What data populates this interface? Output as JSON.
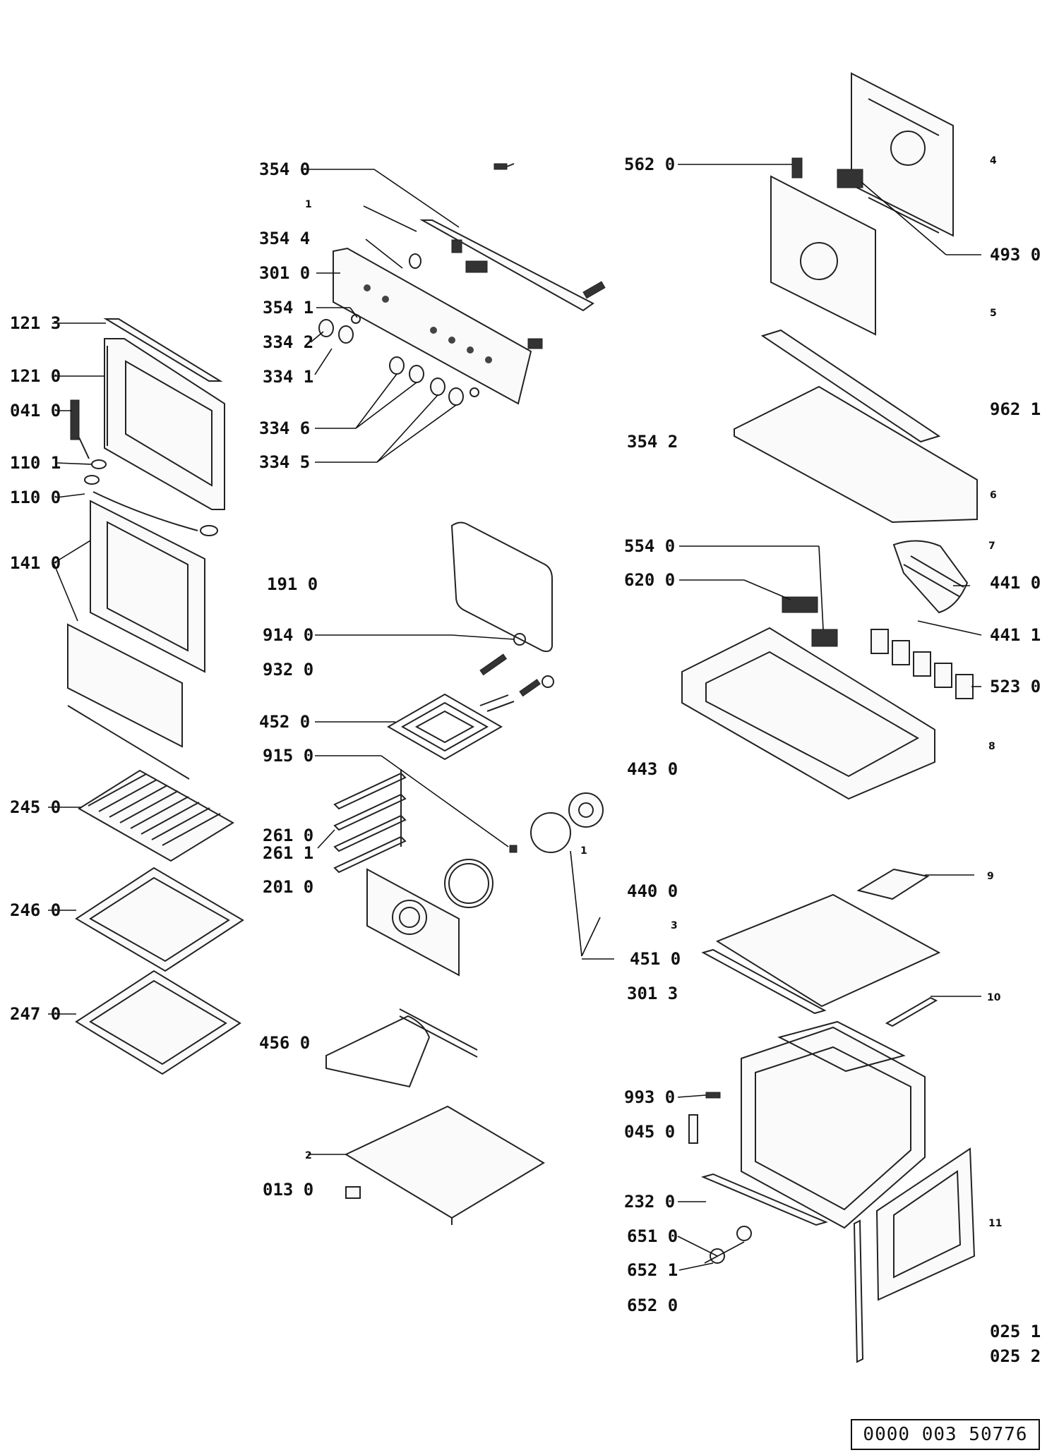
{
  "labels": {
    "l354_0": "354 0",
    "l1_top": "1",
    "l354_4": "354 4",
    "l301_0": "301 0",
    "l354_1": "354 1",
    "l334_2": "334 2",
    "l334_1": "334 1",
    "l334_6": "334 6",
    "l334_5": "334 5",
    "l121_3": "121 3",
    "l121_0": "121 0",
    "l041_0": "041 0",
    "l110_1": "110 1",
    "l110_0": "110 0",
    "l141_0": "141 0",
    "l191_0": "191 0",
    "l914_0": "914 0",
    "l932_0": "932 0",
    "l452_0": "452 0",
    "l915_0": "915 0",
    "l245_0": "245 0",
    "l261_0": "261 0",
    "l261_1": "261 1",
    "l201_0": "201 0",
    "l246_0": "246 0",
    "l247_0": "247 0",
    "l456_0": "456 0",
    "l2": "2",
    "l013_0": "013 0",
    "l562_0": "562 0",
    "l4": "4",
    "l493_0": "493 0",
    "l5": "5",
    "l962_1": "962 1",
    "l354_2": "354 2",
    "l6": "6",
    "l554_0": "554 0",
    "l620_0": "620 0",
    "l7": "7",
    "l441_0": "441 0",
    "l441_1": "441 1",
    "l523_0": "523 0",
    "l8": "8",
    "l443_0": "443 0",
    "l1_fan": "1",
    "l9": "9",
    "l440_0": "440 0",
    "l3": "3",
    "l451_0": "451 0",
    "l301_3": "301 3",
    "l10": "10",
    "l993_0": "993 0",
    "l045_0": "045 0",
    "l232_0": "232 0",
    "l651_0": "651 0",
    "l652_1": "652 1",
    "l652_0": "652 0",
    "l11": "11",
    "l025_1": "025 1",
    "l025_2": "025 2"
  },
  "document_number": "0000 003 50776"
}
